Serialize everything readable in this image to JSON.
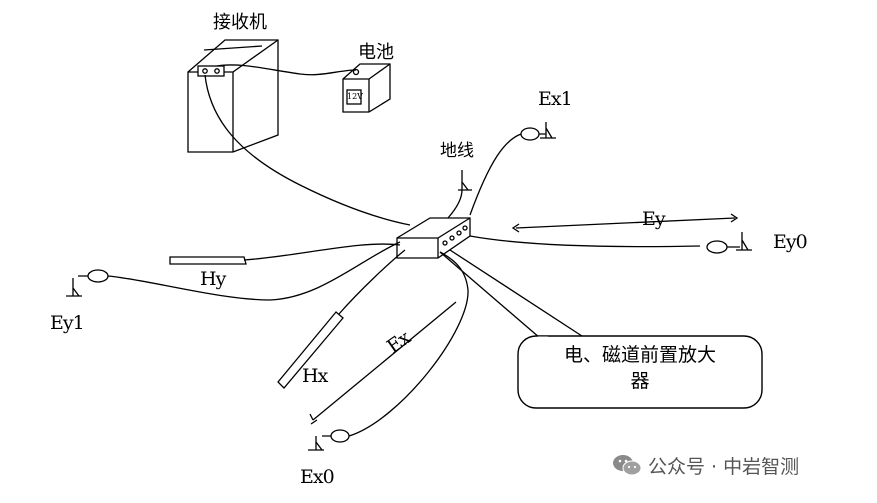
{
  "labels": {
    "host": "接收机",
    "battery": "电池",
    "battery_voltage": "12V",
    "ground": "地线",
    "ex1": "Ex1",
    "ex0": "Ex0",
    "ey": "Ey",
    "ey0": "Ey0",
    "ey1": "Ey1",
    "hy": "Hy",
    "hx": "Hx",
    "ex": "Ex"
  },
  "callout": {
    "line1": "电、磁道前置放大",
    "line2": "器"
  },
  "watermark": {
    "icon": "wechat-icon",
    "text": "公众号 · 中岩智测"
  }
}
